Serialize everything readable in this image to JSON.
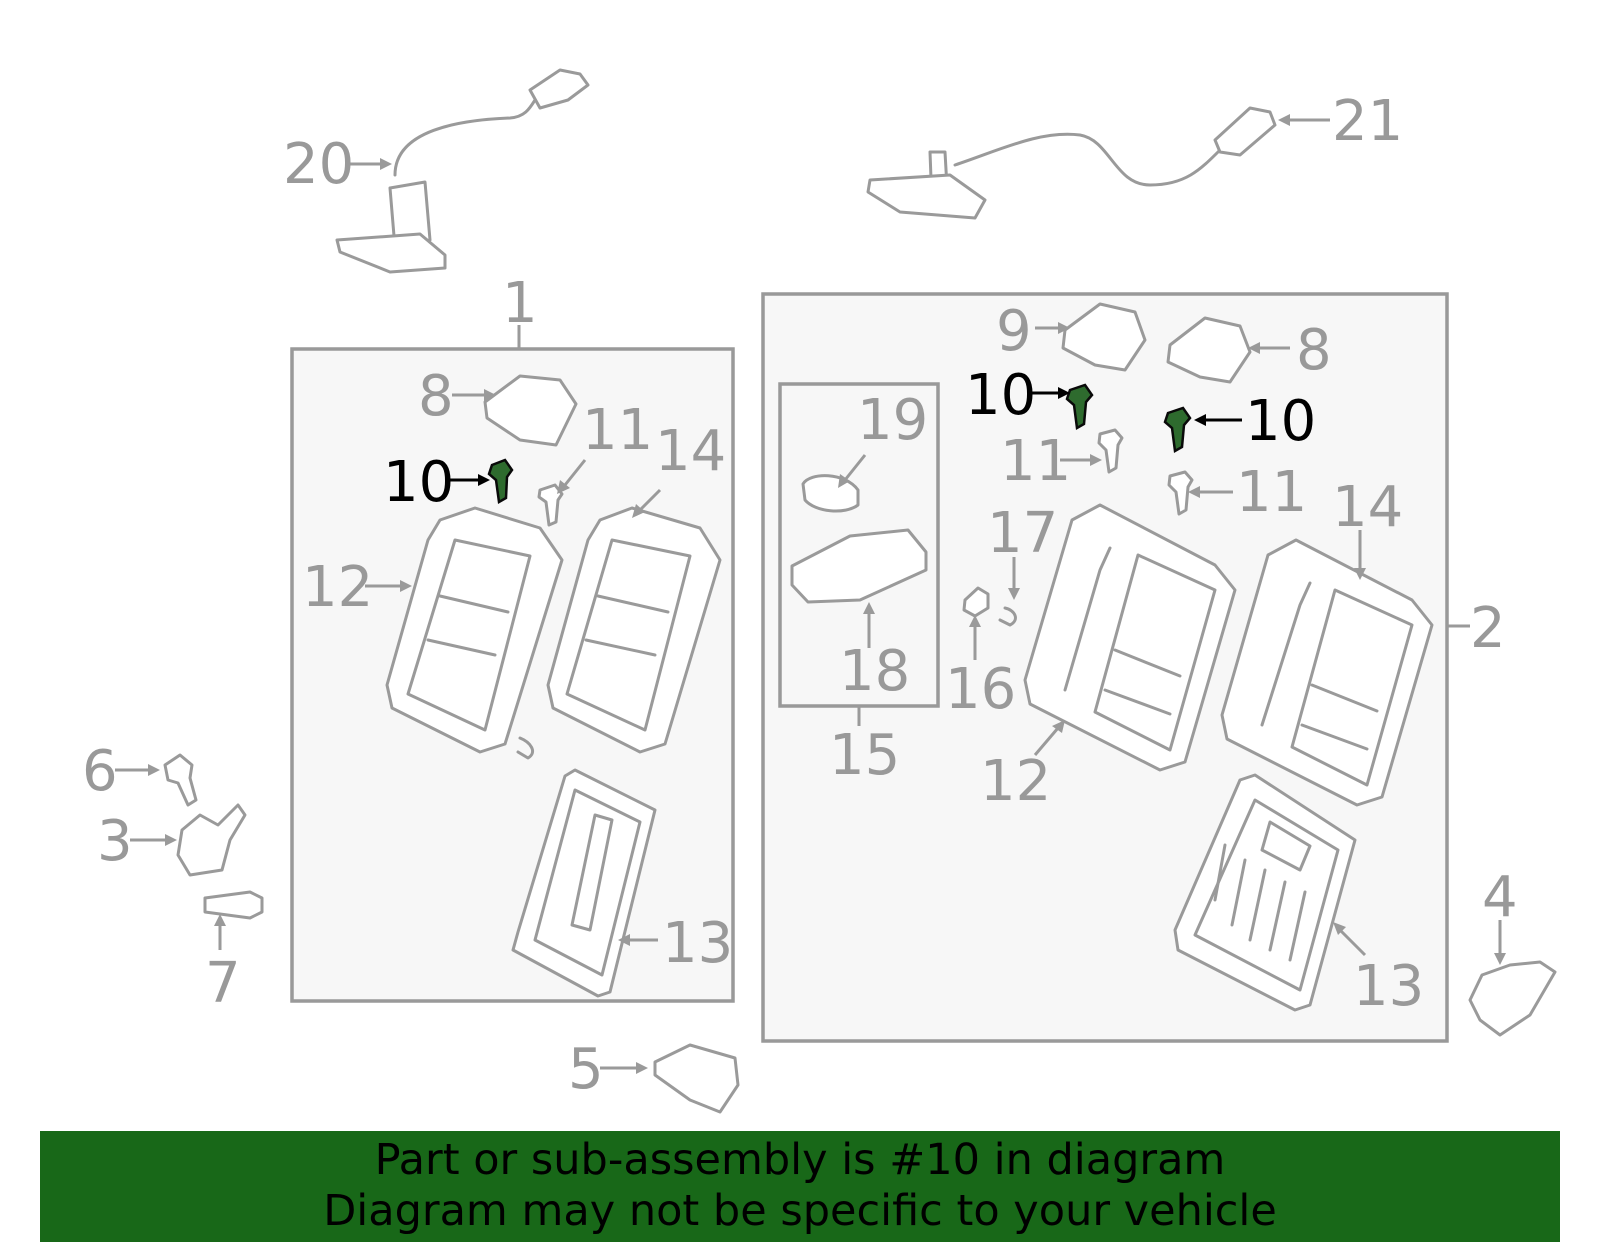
{
  "banner": {
    "line1": "Part or sub-assembly is #10 in diagram",
    "line2": "Diagram may not be specific to your vehicle"
  },
  "callouts": {
    "c1": "1",
    "c2": "2",
    "c3": "3",
    "c4": "4",
    "c5": "5",
    "c6": "6",
    "c7": "7",
    "c8a": "8",
    "c8b": "8",
    "c9": "9",
    "c10a": "10",
    "c10b": "10",
    "c10c": "10",
    "c11a": "11",
    "c11b": "11",
    "c11c": "11",
    "c12a": "12",
    "c12b": "12",
    "c13a": "13",
    "c13b": "13",
    "c14a": "14",
    "c14b": "14",
    "c15": "15",
    "c16": "16",
    "c17": "17",
    "c18": "18",
    "c19": "19",
    "c20": "20",
    "c21": "21"
  },
  "highlight": {
    "part_number": "10",
    "color": "#186818"
  }
}
